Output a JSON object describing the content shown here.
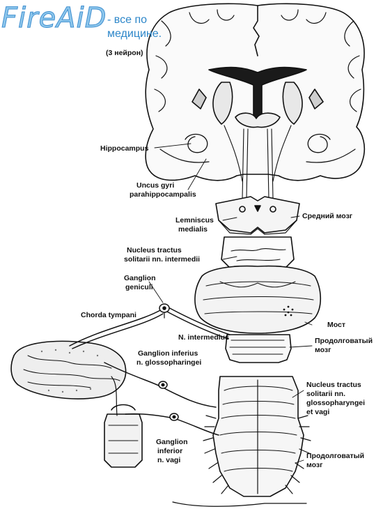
{
  "brand": {
    "name": "FireAiD",
    "tagline_1": "- все по",
    "tagline_2": "медицине."
  },
  "colors": {
    "brand_blue": "#2c86c9",
    "ink": "#111111",
    "paper": "#ffffff"
  },
  "labels": {
    "neuron3": "(3 нейрон)",
    "hippocampus": "Hippocampus",
    "uncus_1": "Uncus gyri",
    "uncus_2": "parahippocampalis",
    "lemniscus_1": "Lemniscus",
    "lemniscus_2": "medialis",
    "midbrain": "Средний мозг",
    "nts_int_1": "Nucleus tractus",
    "nts_int_2": "solitarii nn. intermedii",
    "gg_1": "Ganglion",
    "gg_2": "geniculi",
    "chorda": "Chorda tympani",
    "pons": "Мост",
    "n_intermedius": "N. intermedius",
    "medulla_top_1": "Продолговатый",
    "medulla_top_2": "мозг",
    "ginf_ix_1": "Ganglion inferius",
    "ginf_ix_2": "n. glossopharingei",
    "nts_ix_1": "Nucleus tractus",
    "nts_ix_2": "solitarii nn.",
    "nts_ix_3": "glossopharyngei",
    "nts_ix_4": "et vagi",
    "ginf_x_1": "Ganglion",
    "ginf_x_2": "inferior",
    "ginf_x_3": "n. vagi",
    "medulla_bot_1": "Продолговатый",
    "medulla_bot_2": "мозг"
  }
}
